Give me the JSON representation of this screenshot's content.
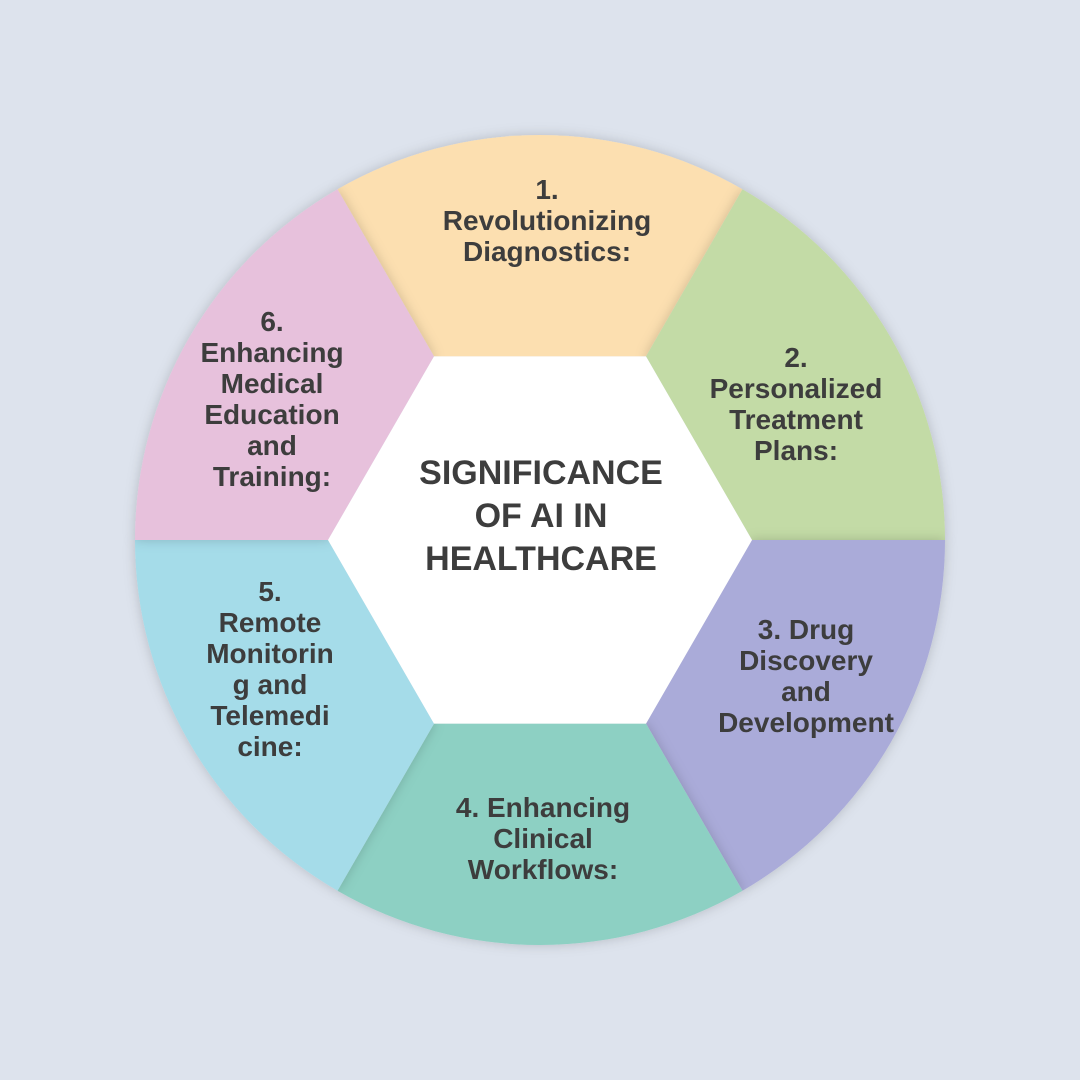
{
  "background_color": "#DDE3ED",
  "center": {
    "lines": [
      "SIGNIFICANCE",
      "OF AI IN",
      "HEALTHCARE"
    ],
    "color": "#FFFFFF"
  },
  "segments": [
    {
      "lines": [
        "1.",
        "Revolutionizing",
        "Diagnostics:"
      ],
      "color": "#FCDFB0"
    },
    {
      "lines": [
        "2.",
        "Personalized",
        "Treatment",
        "Plans:"
      ],
      "color": "#C3DBA6"
    },
    {
      "lines": [
        "3. Drug",
        "Discovery",
        "and",
        "Development"
      ],
      "color": "#AAABD9"
    },
    {
      "lines": [
        "4. Enhancing",
        "Clinical",
        "Workflows:"
      ],
      "color": "#8DD0C3"
    },
    {
      "lines": [
        "5.",
        "Remote",
        "Monitorin",
        "g and",
        "Telemedi",
        "cine:"
      ],
      "color": "#A5DCE9"
    },
    {
      "lines": [
        "6.",
        "Enhancing",
        "Medical",
        "Education",
        "and",
        "Training:"
      ],
      "color": "#E7C1DC"
    }
  ]
}
